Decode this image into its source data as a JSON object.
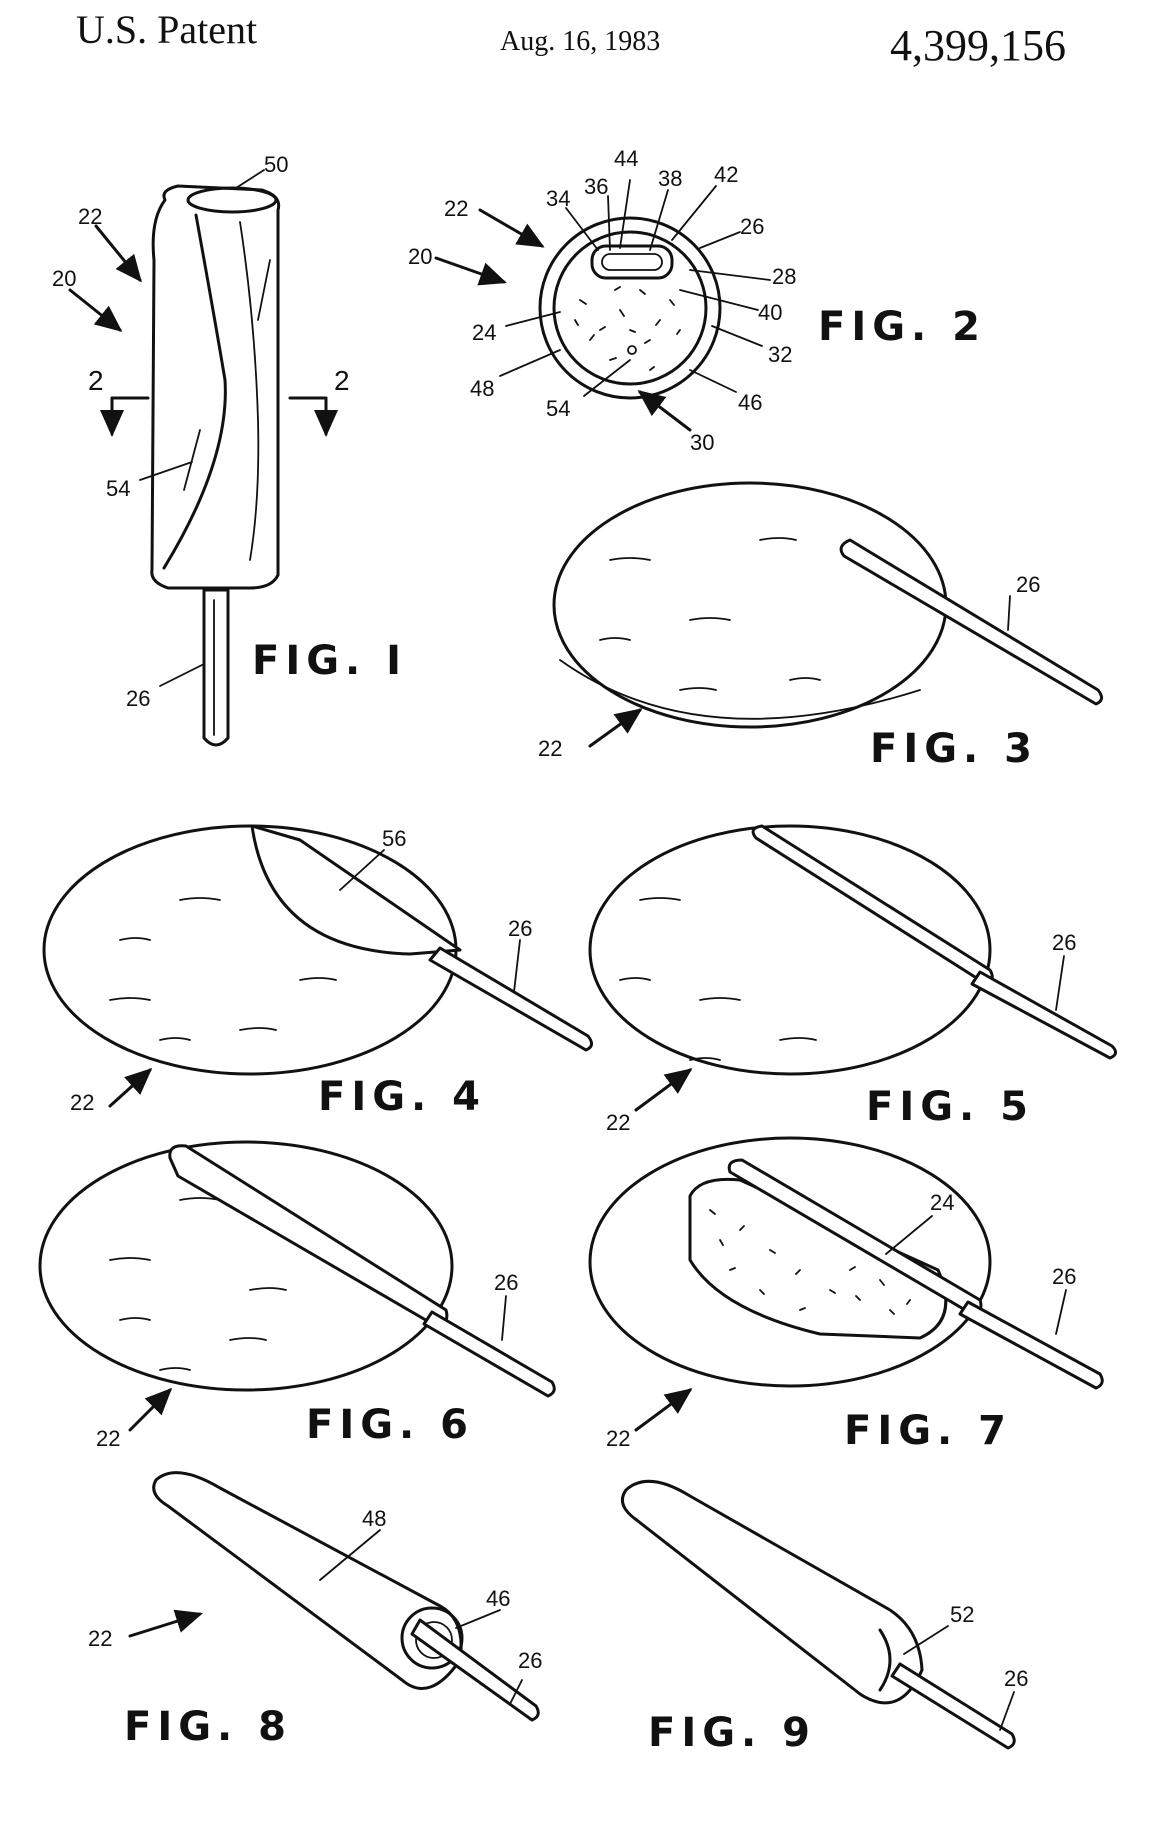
{
  "header": {
    "left": "U.S. Patent",
    "date": "Aug. 16, 1983",
    "number": "4,399,156"
  },
  "figures": {
    "fig1": {
      "label": "FIG. I",
      "refs": {
        "r50": "50",
        "r22": "22",
        "r20": "20",
        "r2a": "2",
        "r2b": "2",
        "r54": "54",
        "r26": "26"
      }
    },
    "fig2": {
      "label": "FIG. 2",
      "refs": {
        "r44": "44",
        "r36": "36",
        "r38": "38",
        "r42": "42",
        "r34": "34",
        "r22": "22",
        "r26": "26",
        "r20": "20",
        "r28": "28",
        "r40": "40",
        "r24": "24",
        "r32": "32",
        "r48": "48",
        "r46": "46",
        "r54": "54",
        "r30": "30"
      }
    },
    "fig3": {
      "label": "FIG. 3",
      "refs": {
        "r26": "26",
        "r22": "22"
      }
    },
    "fig4": {
      "label": "FIG. 4",
      "refs": {
        "r56": "56",
        "r26": "26",
        "r22": "22"
      }
    },
    "fig5": {
      "label": "FIG. 5",
      "refs": {
        "r26": "26",
        "r22": "22"
      }
    },
    "fig6": {
      "label": "FIG. 6",
      "refs": {
        "r26": "26",
        "r22": "22"
      }
    },
    "fig7": {
      "label": "FIG. 7",
      "refs": {
        "r24": "24",
        "r26": "26",
        "r22": "22"
      }
    },
    "fig8": {
      "label": "FIG. 8",
      "refs": {
        "r48": "48",
        "r46": "46",
        "r22": "22",
        "r26": "26"
      }
    },
    "fig9": {
      "label": "FIG. 9",
      "refs": {
        "r52": "52",
        "r26": "26"
      }
    }
  }
}
